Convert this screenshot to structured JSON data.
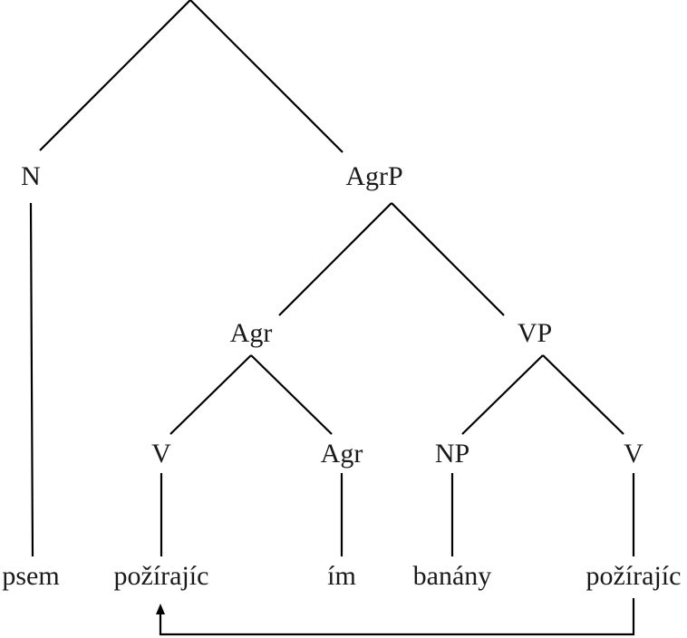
{
  "labels": {
    "n": "N",
    "agrp": "AgrP",
    "agr": "Agr",
    "vp": "VP",
    "v_left": "V",
    "agr_low": "Agr",
    "np": "NP",
    "v_right": "V"
  },
  "leaves": {
    "psem": "psem",
    "pozirajic_left": "požírajíc",
    "im": "ím",
    "banany": "banány",
    "pozirajic_right": "požírajíc"
  },
  "colors": {
    "line": "#000000",
    "text": "#1a1a1a"
  }
}
